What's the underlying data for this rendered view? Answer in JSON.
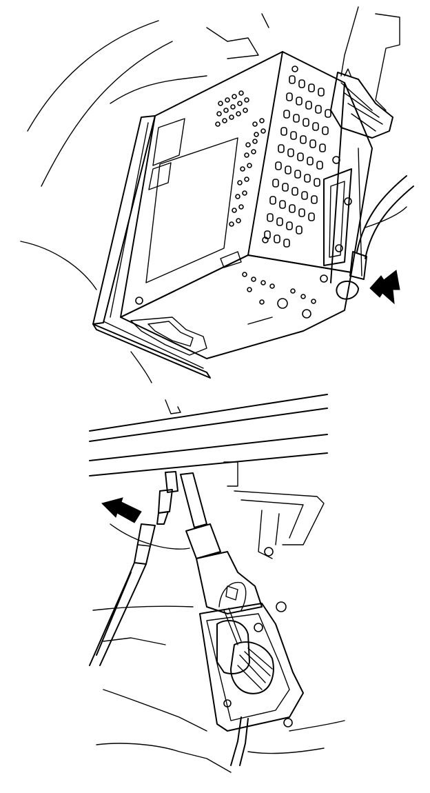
{
  "figure": {
    "panels": [
      {
        "id": "radio-removal",
        "arrow_direction": "left"
      },
      {
        "id": "antenna-connector",
        "arrow_direction": "right"
      }
    ],
    "colors": {
      "line": "#000000",
      "background": "#ffffff"
    }
  }
}
